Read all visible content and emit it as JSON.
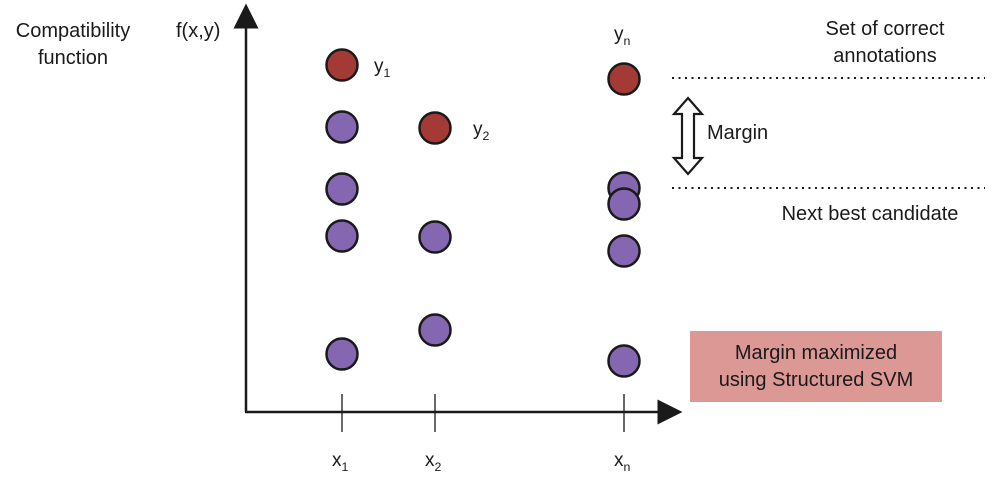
{
  "axes": {
    "y_label": "f(x,y)",
    "x_labels": [
      {
        "base": "x",
        "sub": "1"
      },
      {
        "base": "x",
        "sub": "2"
      },
      {
        "base": "x",
        "sub": "n"
      }
    ]
  },
  "left_label": {
    "line1": "Compatibility",
    "line2": "function"
  },
  "point_labels": [
    {
      "base": "y",
      "sub": "1"
    },
    {
      "base": "y",
      "sub": "2"
    },
    {
      "base": "y",
      "sub": "n"
    }
  ],
  "annotations": {
    "correct_line1": "Set of correct",
    "correct_line2": "annotations",
    "next_best": "Next best candidate",
    "margin": "Margin"
  },
  "callout": {
    "line1": "Margin maximized",
    "line2": "using Structured SVM"
  },
  "colors": {
    "correct": "#a33a35",
    "candidate": "#8566b0",
    "outline": "#1a1a1a",
    "callout_bg": "#dc9895"
  }
}
